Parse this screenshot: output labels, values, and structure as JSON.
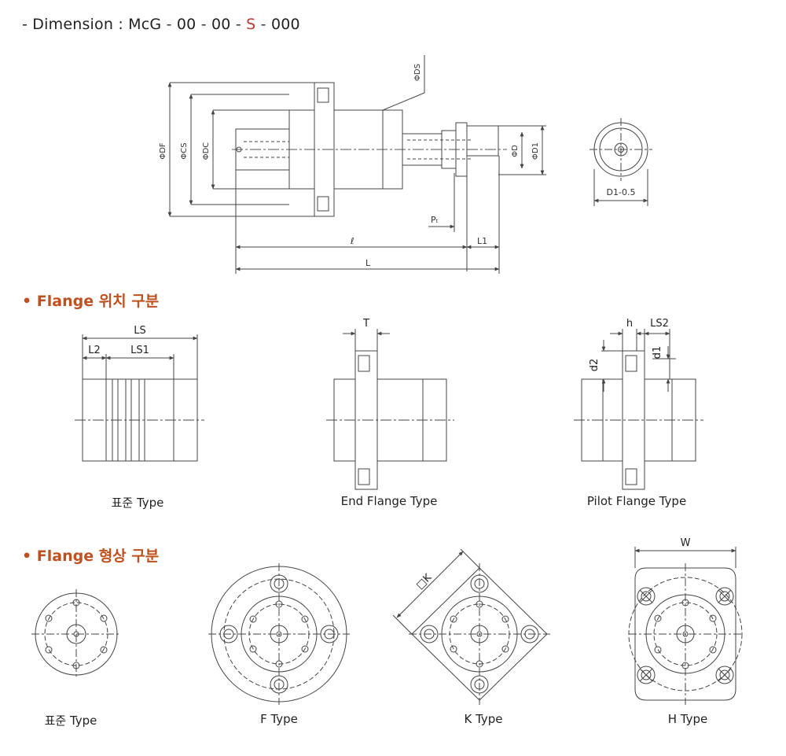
{
  "header": {
    "prefix": "- Dimension : ",
    "parts": [
      "McG",
      " - ",
      "00",
      " - ",
      "00",
      " - ",
      "S",
      " - ",
      "000"
    ],
    "highlight_color": "#c0392b"
  },
  "main_drawing": {
    "labels": {
      "df": "ΦDF",
      "cs": "ΦCS",
      "dc": "ΦDC",
      "ds": "ΦDS",
      "d0": "ΦD",
      "d1": "ΦD1",
      "pitch": "Pₜ",
      "l_small": "ℓ",
      "l1": "L1",
      "l_total": "L",
      "end_dim": "D1-0.5"
    }
  },
  "sections": {
    "position": "• Flange 위치 구분",
    "shape": "• Flange 형상 구분"
  },
  "position_types": {
    "standard": {
      "caption": "표준 Type",
      "ls": "LS",
      "l2": "L2",
      "ls1": "LS1"
    },
    "end": {
      "caption": "End Flange Type",
      "t": "T"
    },
    "pilot": {
      "caption": "Pilot Flange Type",
      "h": "h",
      "ls2": "LS2",
      "d1": "d1",
      "d2": "d2"
    }
  },
  "shape_types": {
    "standard": {
      "caption": "표준 Type"
    },
    "f": {
      "caption": "F Type"
    },
    "k": {
      "caption": "K Type",
      "k_label": "□K"
    },
    "h": {
      "caption": "H Type",
      "w_label": "W"
    }
  },
  "colors": {
    "section_title": "#c0501e",
    "line": "#444444"
  }
}
